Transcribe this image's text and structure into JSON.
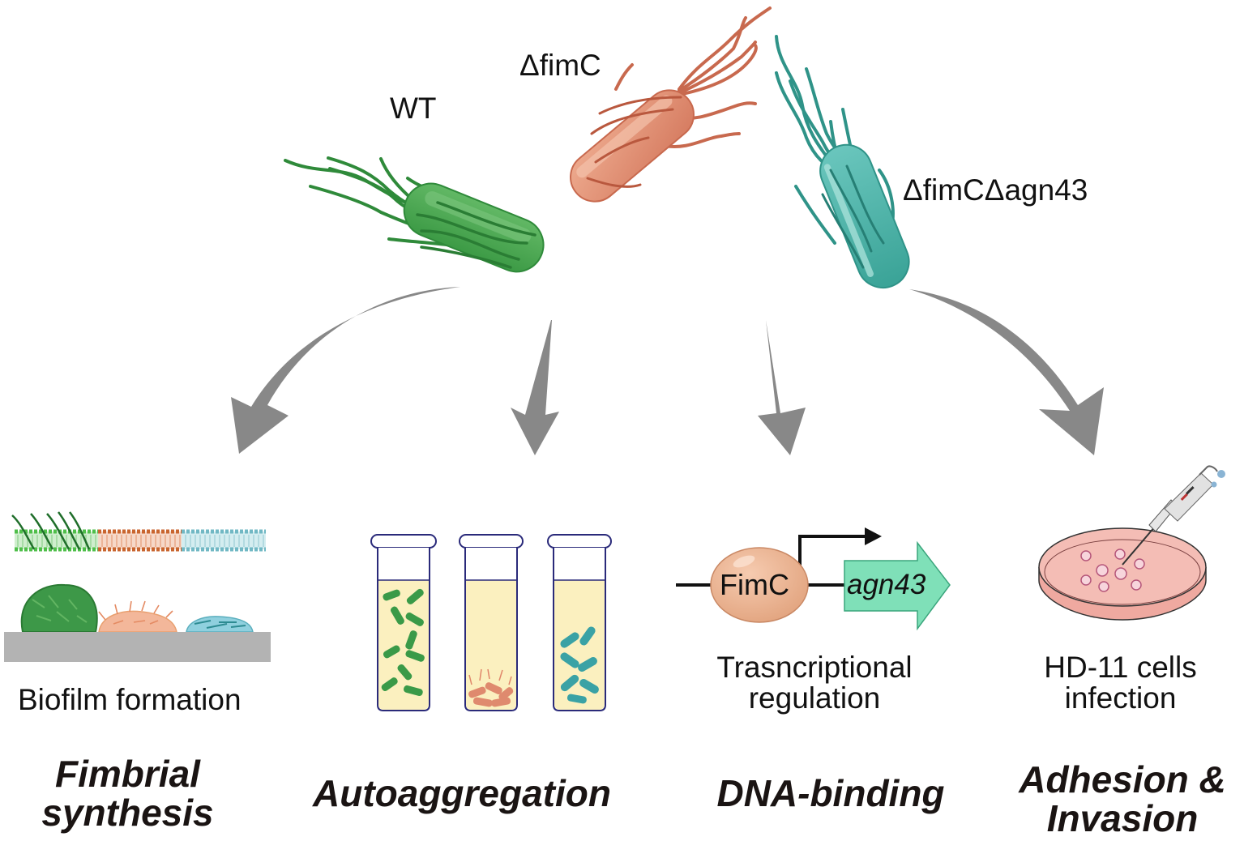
{
  "strains": [
    {
      "id": "wt",
      "label": "WT",
      "color": "#3c9a45"
    },
    {
      "id": "fimc",
      "label": "ΔfimC",
      "color": "#d9826a"
    },
    {
      "id": "double",
      "label": "ΔfimCΔagn43",
      "color": "#3aa89f"
    }
  ],
  "arrow_color": "#888888",
  "panels": [
    {
      "id": "biofilm",
      "caption": "Biofilm formation",
      "heading_line1": "Fimbrial",
      "heading_line2": "synthesis"
    },
    {
      "id": "autoaggregation",
      "caption": "",
      "heading_line1": "Autoaggregation",
      "tube_liquid_color": "#fbf0bf"
    },
    {
      "id": "dna-binding",
      "protein": "FimC",
      "gene": "agn43",
      "caption_line1": "Trasncriptional",
      "caption_line2": "regulation",
      "heading_line1": "DNA-binding",
      "protein_color": "#e9b08f",
      "gene_color": "#7fe0b8"
    },
    {
      "id": "infection",
      "caption_line1": "HD-11 cells",
      "caption_line2": "infection",
      "heading_line1": "Adhesion &",
      "heading_line2": "Invasion",
      "dish_color": "#efa9a0"
    }
  ]
}
